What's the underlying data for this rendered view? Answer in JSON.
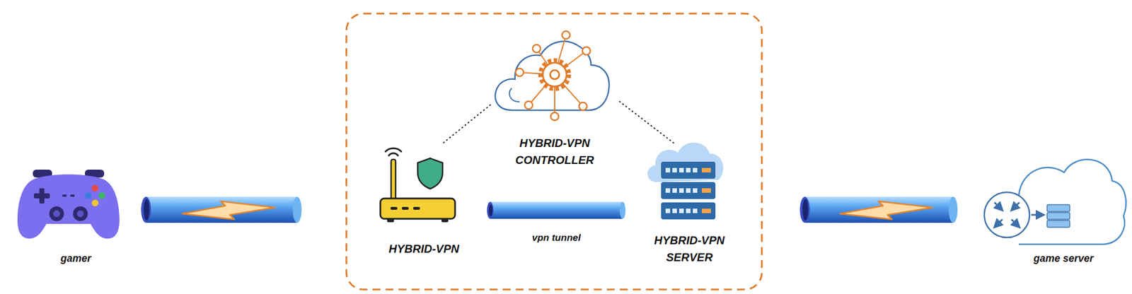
{
  "diagram": {
    "nodes": [
      {
        "text": [
          "gamer"
        ]
      },
      {
        "text": [
          "HYBRID-VPN CONTROLLER"
        ]
      },
      {
        "text": [
          "HYBRID-VPN"
        ]
      },
      {
        "text": [
          "HYBRID-VPN SERVER"
        ]
      },
      {
        "text": [
          "game server"
        ]
      }
    ],
    "edges": [
      {
        "from": 0,
        "to": 2,
        "arrow": "none"
      },
      {
        "from": 1,
        "to": 2,
        "arrow": "none"
      },
      {
        "from": 1,
        "to": 3,
        "arrow": "none"
      },
      {
        "from": 2,
        "to": 3,
        "label": "vpn tunnel",
        "arrow": "none"
      },
      {
        "from": 3,
        "to": 4,
        "arrow": "none"
      }
    ]
  }
}
